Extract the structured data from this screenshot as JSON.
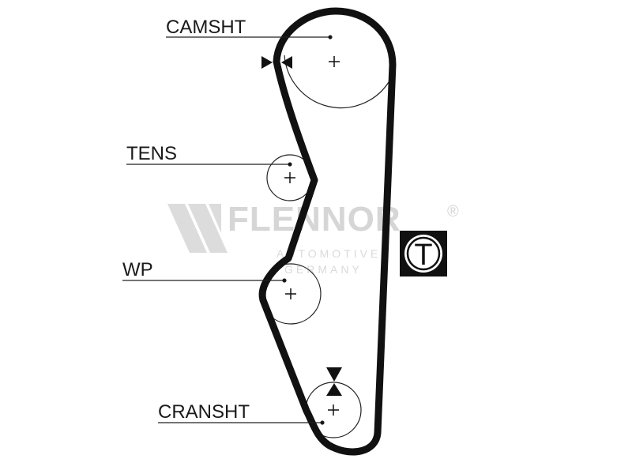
{
  "diagram": {
    "labels": {
      "camshaft": "CAMSHT",
      "tensioner": "TENS",
      "water_pump": "WP",
      "crankshaft": "CRANSHT"
    },
    "badge": {
      "letter": "T"
    },
    "watermark": {
      "brand": "FLENNOR",
      "registered": "®",
      "line1": "AUTOMOTIVE",
      "line2": "GERMANY"
    },
    "colors": {
      "belt": "#111111",
      "pulley": "#222222",
      "watermark": "#d6d6d6"
    }
  }
}
